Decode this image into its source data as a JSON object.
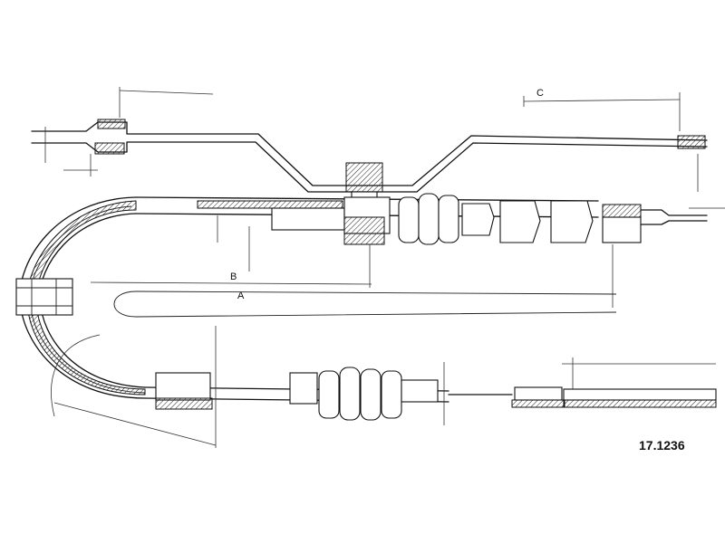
{
  "labels": {
    "dimension_a": "A",
    "dimension_b": "B",
    "dimension_c": "C"
  },
  "part_number": "17.1236"
}
